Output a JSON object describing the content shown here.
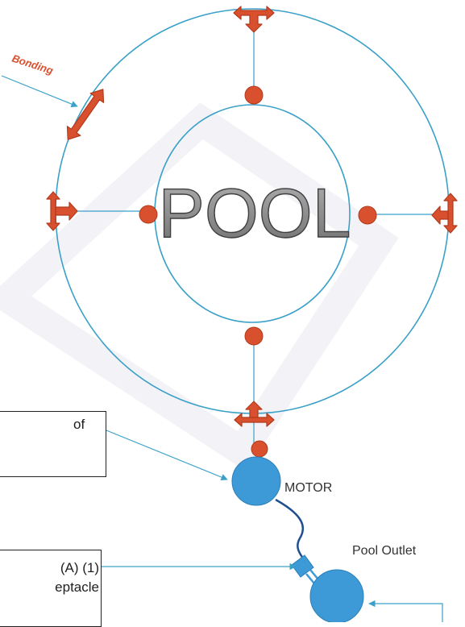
{
  "diagram": {
    "pool_label": "POOL",
    "bonding_label": "Bonding",
    "motor_label": "MOTOR",
    "pool_outlet_label": "Pool Outlet",
    "note_box_1": {
      "text": "of"
    },
    "note_box_2": {
      "line1": "(A) (1)",
      "line2": "eptacle"
    }
  },
  "colors": {
    "line": "#3aa0c8",
    "bond_marker": "#d9502e",
    "bond_marker_stroke": "#b23a1c",
    "equipment": "#3d9ad6",
    "pool_text": "#8a8a8a"
  },
  "icons": [
    "double-arrow-icon",
    "t-arrow-icon",
    "bond-dot-icon",
    "motor-icon",
    "outlet-icon"
  ]
}
